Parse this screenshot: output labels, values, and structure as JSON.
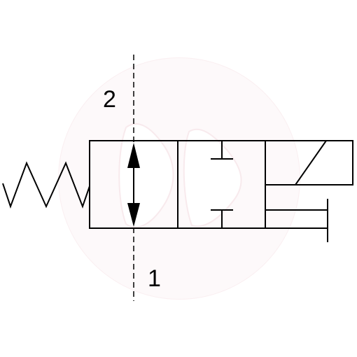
{
  "ports": {
    "top": "2",
    "bottom": "1"
  },
  "colors": {
    "line": "#000000",
    "watermark": "#e8b8c0",
    "background": "#ffffff"
  },
  "icons": {
    "watermark": "play-logo-watermark",
    "actuator": "solenoid-icon",
    "return": "spring-icon"
  }
}
